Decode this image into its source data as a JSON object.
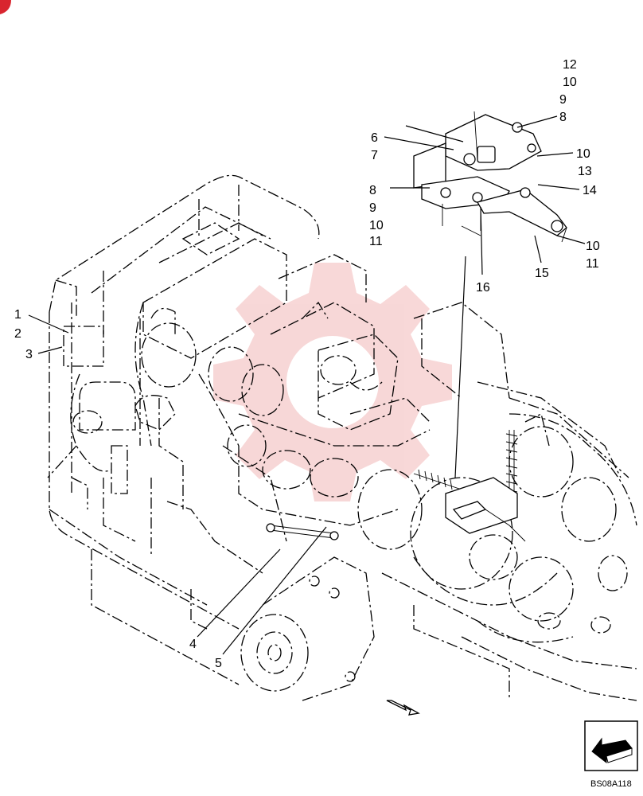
{
  "diagram": {
    "callouts": {
      "c1": "1",
      "c2": "2",
      "c3": "3",
      "c4": "4",
      "c5": "5",
      "c6": "6",
      "c7": "7",
      "c8a": "8",
      "c9a": "9",
      "c10a": "10",
      "c11a": "11",
      "c12": "12",
      "c10b": "10",
      "c9b": "9",
      "c8b": "8",
      "c10c": "10",
      "c13": "13",
      "c14": "14",
      "c10d": "10",
      "c11b": "11",
      "c15": "15",
      "c16": "16"
    },
    "drawing_code": "BS08A118",
    "icons": [
      "view-direction-arrow-icon",
      "front-direction-icon",
      "watermark-gear-icon"
    ],
    "colors": {
      "line": "#000000",
      "watermark": "#f2b8b8",
      "corner_mark": "#d9252f"
    }
  }
}
